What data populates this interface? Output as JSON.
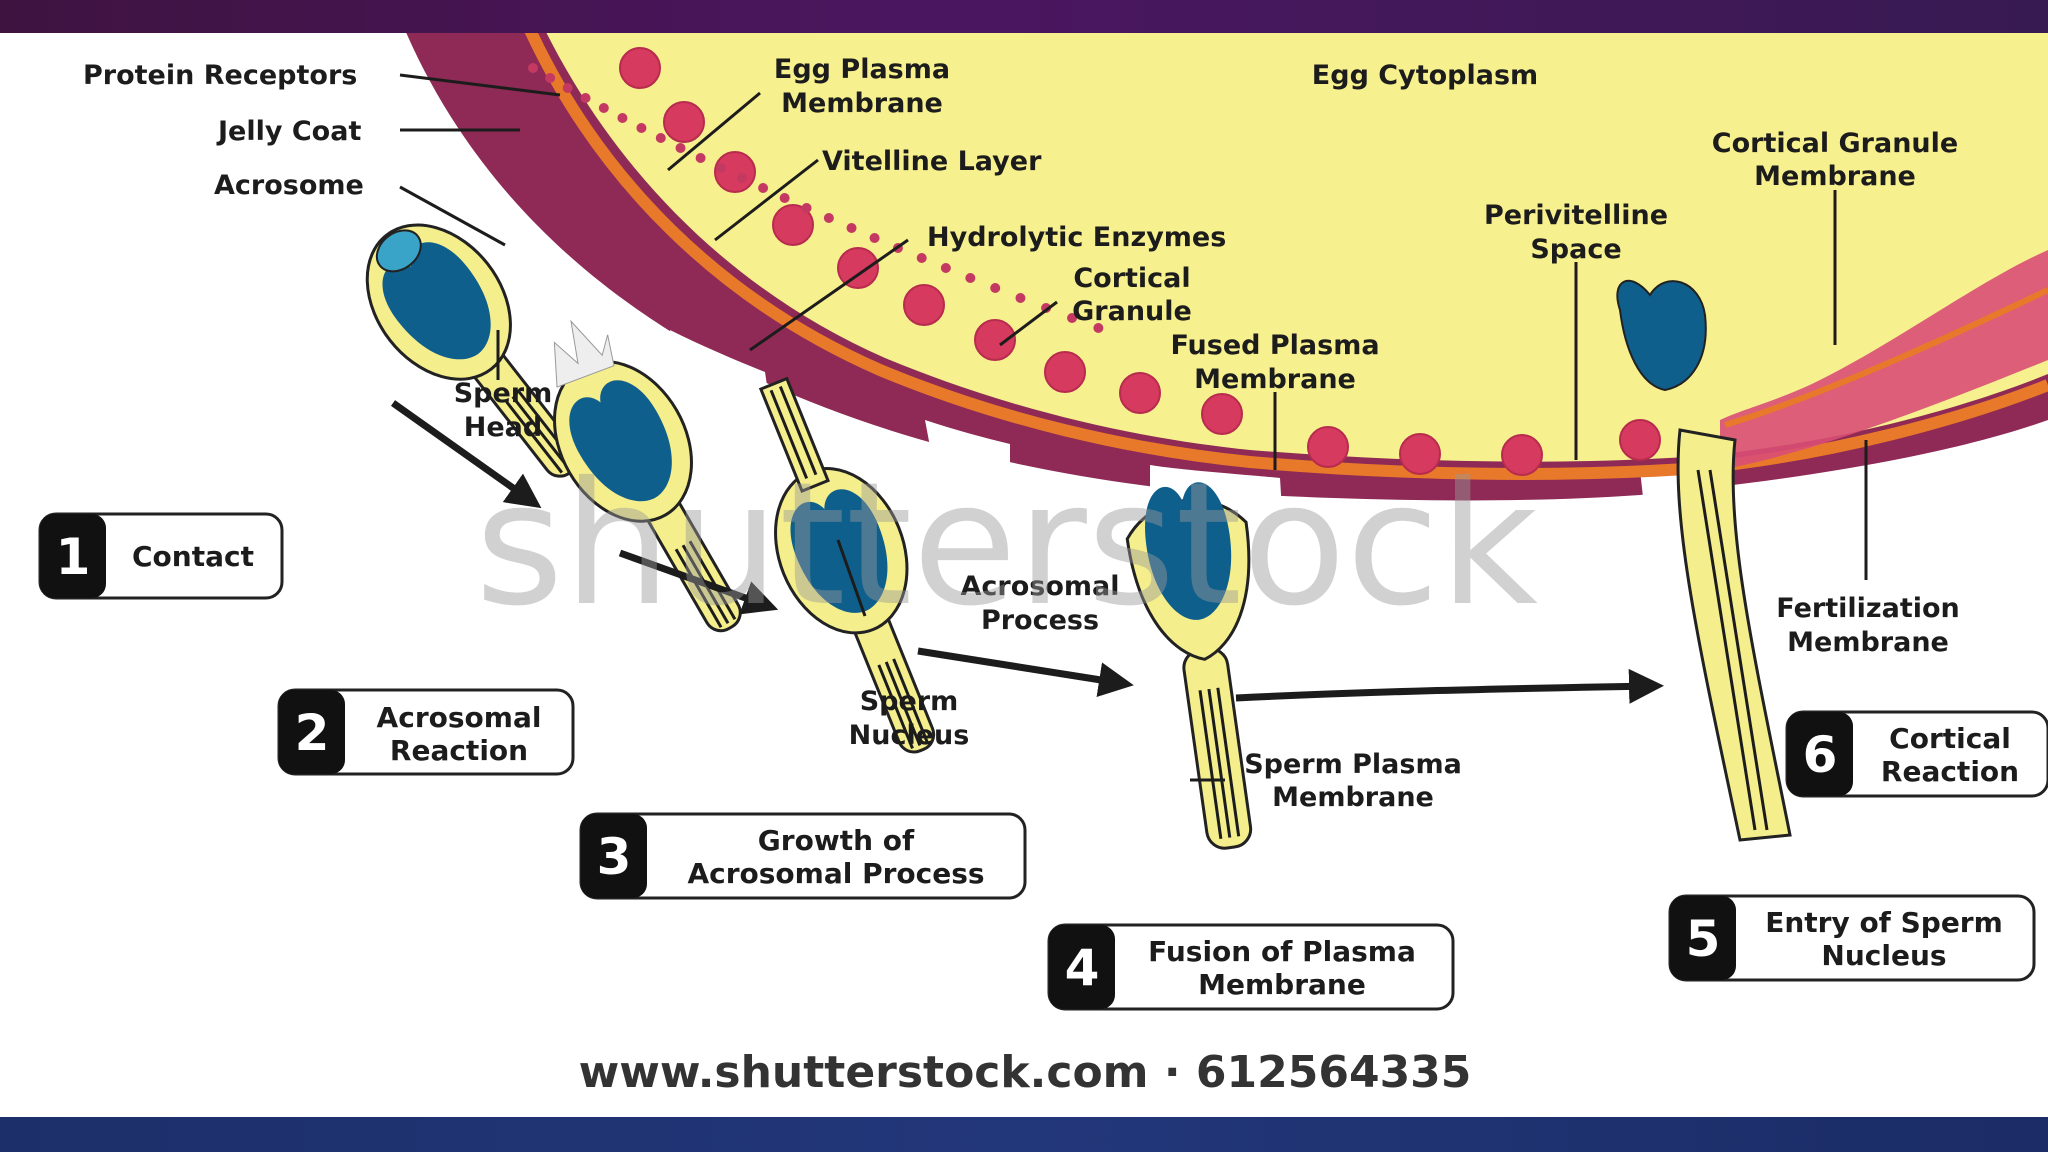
{
  "labels": {
    "protein_receptors": "Protein Receptors",
    "jelly_coat": "Jelly Coat",
    "acrosome": "Acrosome",
    "sperm_head_1": "Sperm",
    "sperm_head_2": "Head",
    "egg_plasma_membrane_1": "Egg Plasma",
    "egg_plasma_membrane_2": "Membrane",
    "vitelline_layer": "Vitelline Layer",
    "hydrolytic_enzymes": "Hydrolytic Enzymes",
    "cortical_granule_1": "Cortical",
    "cortical_granule_2": "Granule",
    "egg_cytoplasm": "Egg Cytoplasm",
    "fused_plasma_membrane_1": "Fused Plasma",
    "fused_plasma_membrane_2": "Membrane",
    "perivitelline_space_1": "Perivitelline",
    "perivitelline_space_2": "Space",
    "cortical_granule_membrane_1": "Cortical Granule",
    "cortical_granule_membrane_2": "Membrane",
    "acrosomal_process_1": "Acrosomal",
    "acrosomal_process_2": "Process",
    "sperm_nucleus_1": "Sperm",
    "sperm_nucleus_2": "Nucleus",
    "sperm_plasma_membrane_1": "Sperm Plasma",
    "sperm_plasma_membrane_2": "Membrane",
    "fertilization_membrane_1": "Fertilization",
    "fertilization_membrane_2": "Membrane"
  },
  "steps": [
    {
      "number": "1",
      "line1": "Contact",
      "line2": ""
    },
    {
      "number": "2",
      "line1": "Acrosomal",
      "line2": "Reaction"
    },
    {
      "number": "3",
      "line1": "Growth of",
      "line2": "Acrosomal Process"
    },
    {
      "number": "4",
      "line1": "Fusion of Plasma",
      "line2": "Membrane"
    },
    {
      "number": "5",
      "line1": "Entry of Sperm",
      "line2": "Nucleus"
    },
    {
      "number": "6",
      "line1": "Cortical",
      "line2": "Reaction"
    }
  ],
  "watermark": "shutterstock",
  "source_line": "www.shutterstock.com · 612564335",
  "colors": {
    "cytoplasm": "#f7f08e",
    "jelly_coat": "#8e2a55",
    "granule": "#d63a5e",
    "membrane": "#e8792a",
    "nucleus": "#0f5f8c",
    "sperm_body": "#f5ee8c"
  }
}
